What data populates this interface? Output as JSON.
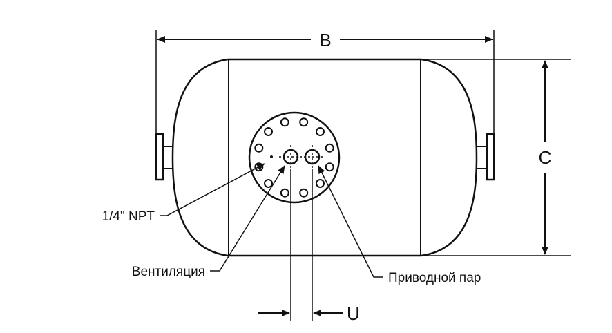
{
  "dimensions": {
    "overall_length": "B",
    "height": "C",
    "nozzle_spacing": "U"
  },
  "callouts": {
    "npt_port": "1/4\" NPT",
    "vent": "Вентиляция",
    "motive_steam": "Приводной пар"
  },
  "colors": {
    "line": "#111111",
    "background": "#ffffff"
  }
}
